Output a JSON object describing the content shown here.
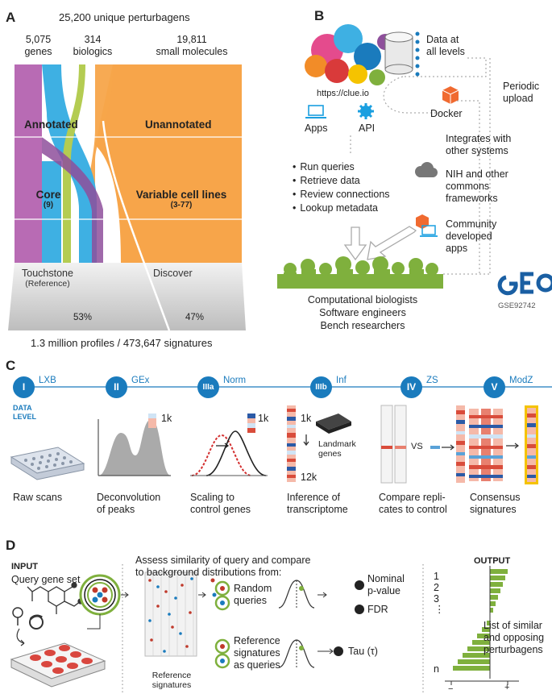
{
  "panel_a": {
    "letter": "A",
    "title": "25,200 unique perturbagens",
    "col_genes_count": "5,075",
    "col_genes_label": "genes",
    "col_bio_count": "314",
    "col_bio_label": "biologics",
    "col_sm_count": "19,811",
    "col_sm_label": "small molecules",
    "annotated": "Annotated",
    "unannotated": "Unannotated",
    "core": "Core",
    "core_n": "(9)",
    "variable": "Variable cell lines",
    "variable_n": "(3-77)",
    "touchstone": "Touchstone",
    "reference": "(Reference)",
    "discover": "Discover",
    "pct_touchstone": "53%",
    "pct_discover": "47%",
    "footer": "1.3 million profiles / 473,647 signatures"
  },
  "panel_b": {
    "letter": "B",
    "data_levels": "Data at\nall levels",
    "url": "https://clue.io",
    "apps": "Apps",
    "api": "API",
    "docker": "Docker",
    "periodic": "Periodic\nupload",
    "integrates": "Integrates with\nother systems",
    "nih": "NIH and other\ncommons\nframeworks",
    "community": "Community\ndeveloped\napps",
    "bullets": [
      "Run queries",
      "Retrieve data",
      "Review connections",
      "Lookup metadata"
    ],
    "users": [
      "Computational biologists",
      "Software engineers",
      "Bench researchers"
    ],
    "geo": "GEO",
    "geo_id": "GSE92742"
  },
  "panel_c": {
    "letter": "C",
    "data_level": "DATA\nLEVEL",
    "stages": [
      {
        "num": "I",
        "code": "LXB",
        "caption": "Raw scans"
      },
      {
        "num": "II",
        "code": "GEx",
        "caption": "Deconvolution\nof peaks"
      },
      {
        "num": "IIIa",
        "code": "Norm",
        "caption": "Scaling to\ncontrol genes"
      },
      {
        "num": "IIIb",
        "code": "Inf",
        "caption": "Inference of\ntranscriptome"
      },
      {
        "num": "IV",
        "code": "ZS",
        "caption": "Compare repli-\ncates to control"
      },
      {
        "num": "V",
        "code": "ModZ",
        "caption": "Consensus\nsignatures"
      }
    ],
    "k1": "1k",
    "k1b": "1k",
    "k1c": "1k",
    "k12": "12k",
    "landmark": "Landmark\ngenes",
    "vs": "VS"
  },
  "panel_d": {
    "letter": "D",
    "input": "INPUT",
    "query_set": "Query gene set",
    "assess": "Assess similarity of query and compare\nto background distributions from:",
    "random": "Random\nqueries",
    "reference_q": "Reference\nsignatures\nas queries",
    "ref_sigs": "Reference\nsignatures",
    "nominal": "Nominal\np-value",
    "fdr": "FDR",
    "tau": "Tau (τ)",
    "output": "OUTPUT",
    "ranks": [
      "1",
      "2",
      "3",
      "⋮",
      "n"
    ],
    "list_label": "List of similar\nand opposing\nperturbagens",
    "minus": "−",
    "plus": "+"
  },
  "colors": {
    "orange": "#f7a54a",
    "purple": "#b86bb4",
    "blue": "#3eb0e3",
    "lime": "#b4cc52",
    "green": "#7fb03d",
    "accent": "#1a7bbd",
    "red": "#d94c3b"
  }
}
